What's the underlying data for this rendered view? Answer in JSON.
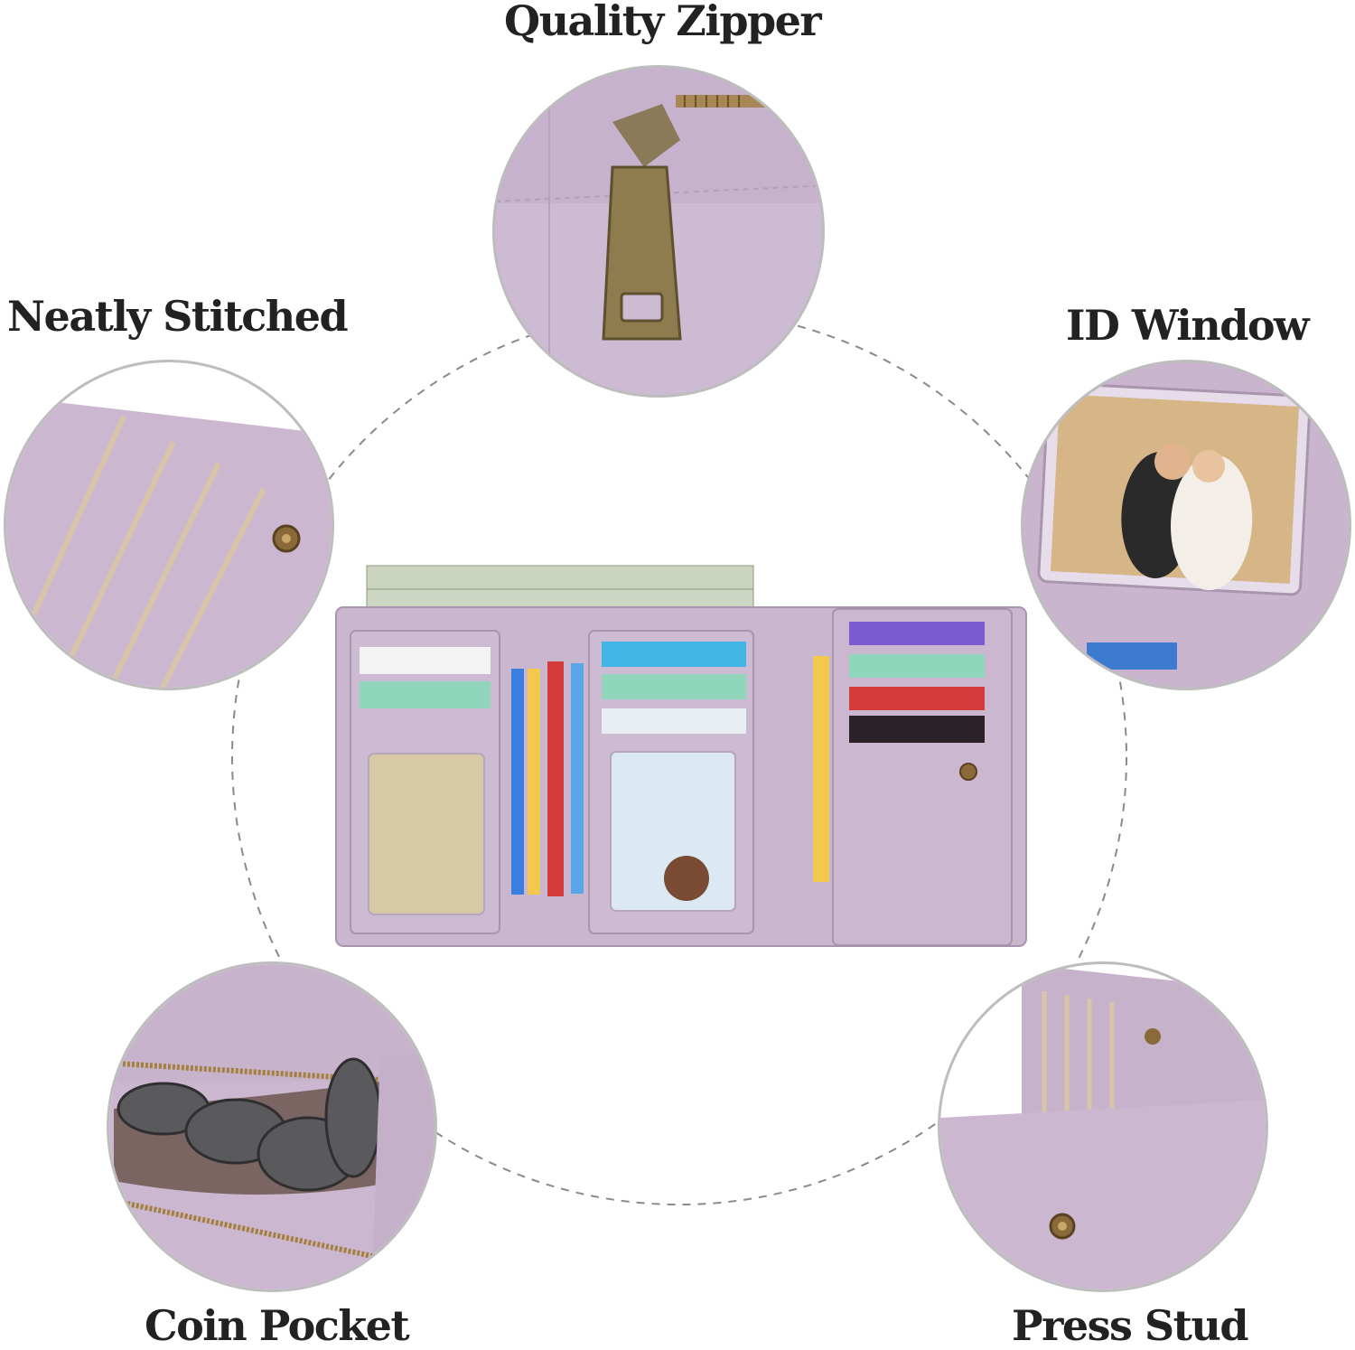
{
  "labels": {
    "top": "Quality Zipper",
    "top_left": "Neatly Stitched",
    "top_right": "ID Window",
    "bottom_left": "Coin Pocket",
    "bottom_right": "Press Stud"
  },
  "colors": {
    "leather": "#c9b6cf",
    "leather_dark": "#a994ae",
    "dashed_circle": "#8a8a8a",
    "text": "#222222"
  }
}
